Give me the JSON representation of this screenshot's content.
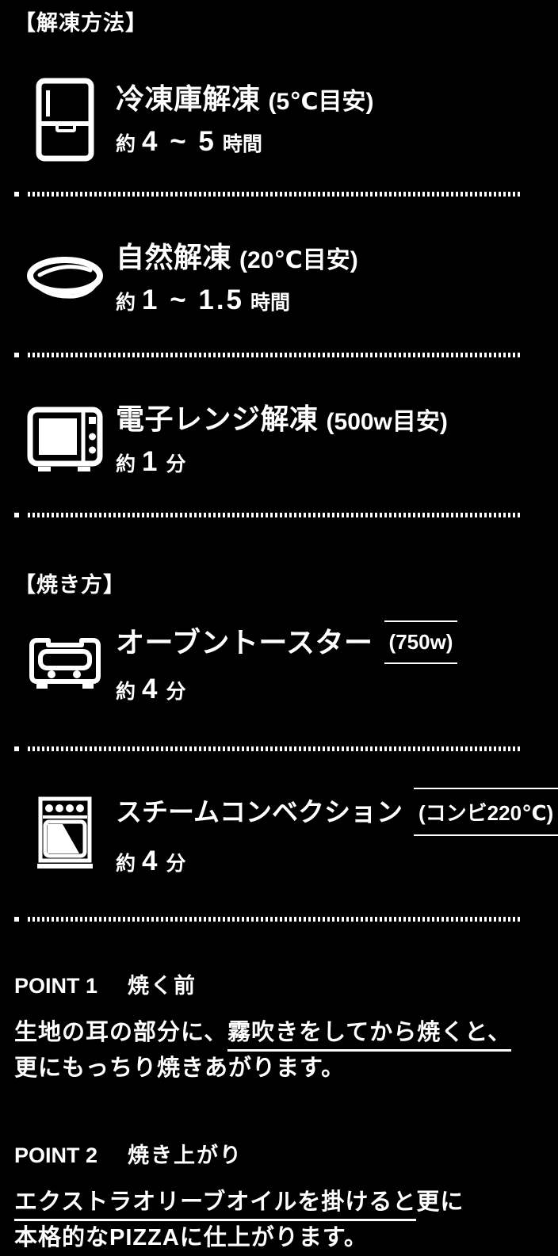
{
  "colors": {
    "background": "#000000",
    "text": "#ffffff"
  },
  "headings": {
    "thaw": "【解凍方法】",
    "bake": "【焼き方】"
  },
  "rows": [
    {
      "icon": "refrigerator-icon",
      "title": "冷凍庫解凍",
      "note": "(5℃目安)",
      "time_prefix": "約",
      "time_value": "4 ~ 5",
      "time_unit": "時間"
    },
    {
      "icon": "plate-icon",
      "title": "自然解凍",
      "note": "(20℃目安)",
      "time_prefix": "約",
      "time_value": "1 ~ 1.5",
      "time_unit": "時間"
    },
    {
      "icon": "microwave-icon",
      "title": "電子レンジ解凍",
      "note": "(500w目安)",
      "time_prefix": "約",
      "time_value": "1",
      "time_unit": "分"
    },
    {
      "icon": "toaster-oven-icon",
      "title": "オーブントースター",
      "note": "(750w)",
      "time_prefix": "約",
      "time_value": "4",
      "time_unit": "分"
    },
    {
      "icon": "steam-convection-oven-icon",
      "title": "スチームコンベクション",
      "note": "(コンビ220℃)",
      "time_prefix": "約",
      "time_value": "4",
      "time_unit": "分"
    }
  ],
  "points": [
    {
      "label": "POINT 1",
      "topic": "焼く前",
      "body_pre": "生地の耳の部分に、",
      "body_underline": "霧吹きをしてから焼くと、",
      "body_after": "",
      "body_line2": "更にもっちり焼きあがります。"
    },
    {
      "label": "POINT 2",
      "topic": "焼き上がり",
      "body_pre": "",
      "body_underline": "エクストラオリーブオイルを掛けると",
      "body_after": "更に",
      "body_line2": "本格的なPIZZAに仕上がります。"
    }
  ]
}
